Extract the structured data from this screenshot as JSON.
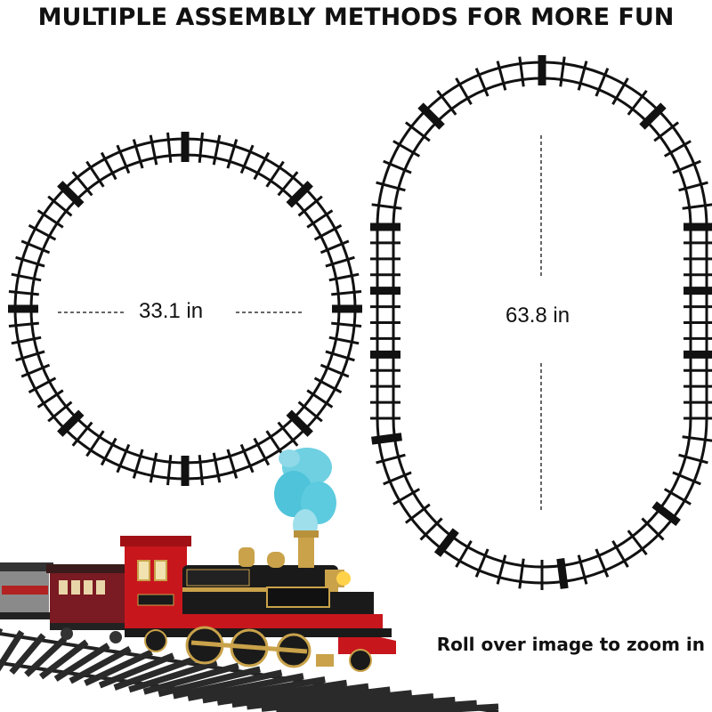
{
  "headline": "MULTIPLE ASSEMBLY METHODS FOR MORE FUN",
  "circle_layout": {
    "diameter_label": "33.1 in"
  },
  "oval_layout": {
    "length_label": "63.8 in"
  },
  "zoom_hint": "Roll over image to zoom in",
  "colors": {
    "track": "#111111",
    "engine_red": "#c8161d",
    "engine_black": "#1a1a1a",
    "gold": "#c9a24a",
    "steam": "#4fc3d9",
    "coach_maroon": "#7a1a22"
  }
}
